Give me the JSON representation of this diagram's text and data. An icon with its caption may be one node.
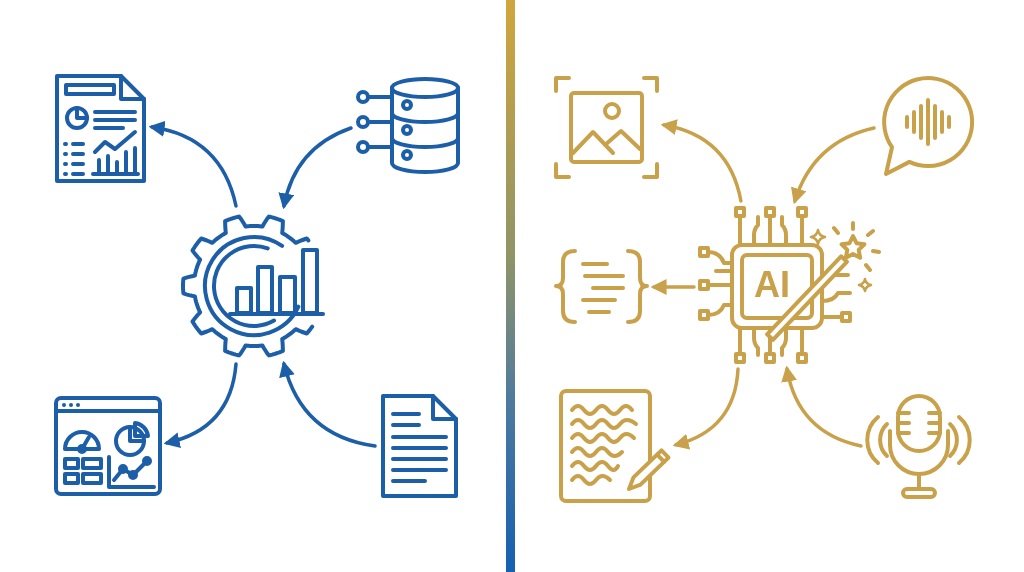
{
  "diagram": {
    "nodes": [
      {
        "text": [],
        "shape": "picture"
      },
      {
        "text": [],
        "shape": "picture"
      },
      {
        "text": [],
        "shape": "picture"
      },
      {
        "text": [],
        "shape": "picture"
      },
      {
        "text": [],
        "shape": "picture"
      },
      {
        "text": [],
        "shape": "picture"
      },
      {
        "text": [],
        "shape": "picture"
      },
      {
        "text": [],
        "shape": "picture"
      },
      {
        "text": [
          "AI"
        ]
      },
      {
        "text": [],
        "shape": "picture"
      },
      {
        "text": [],
        "shape": "picture"
      }
    ],
    "edges": [
      {
        "from": 2,
        "to": 0,
        "arrow": "to",
        "color": "#1d5ea8"
      },
      {
        "from": 1,
        "to": 2,
        "arrow": "to",
        "color": "#1d5ea8"
      },
      {
        "from": 2,
        "to": 3,
        "arrow": "to",
        "color": "#1d5ea8"
      },
      {
        "from": 4,
        "to": 2,
        "arrow": "to",
        "color": "#1d5ea8"
      },
      {
        "from": 8,
        "to": 5,
        "arrow": "to",
        "color": "#c9a14a"
      },
      {
        "from": 6,
        "to": 8,
        "arrow": "to",
        "color": "#c9a14a"
      },
      {
        "from": 8,
        "to": 7,
        "arrow": "to",
        "color": "#c9a14a"
      },
      {
        "from": 8,
        "to": 9,
        "arrow": "to",
        "color": "#c9a14a"
      },
      {
        "from": 10,
        "to": 8,
        "arrow": "to",
        "color": "#c9a14a"
      }
    ]
  }
}
